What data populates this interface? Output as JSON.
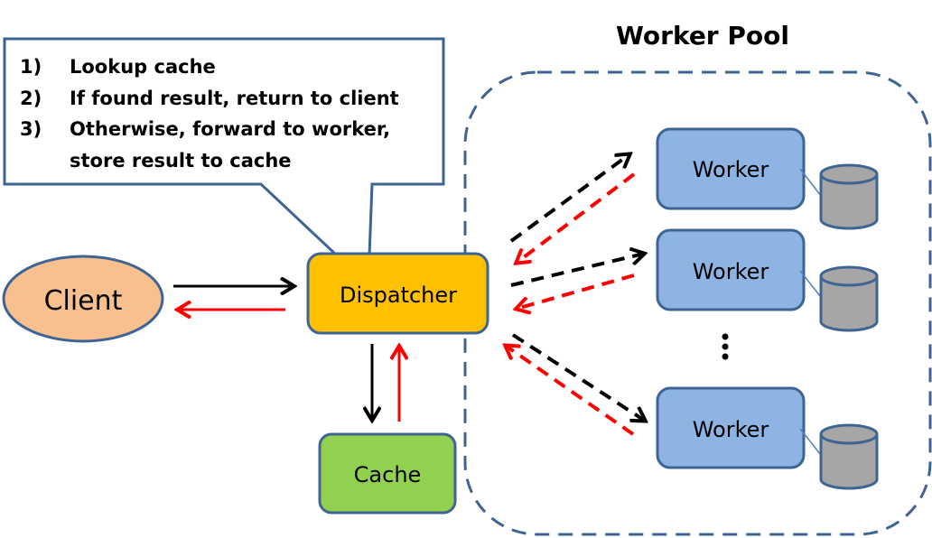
{
  "title": "Worker Pool",
  "callout": {
    "items": [
      {
        "num": "1)",
        "text": "Lookup cache"
      },
      {
        "num": "2)",
        "text": "If found result, return to client"
      },
      {
        "num": "3)",
        "text": "Otherwise, forward to worker,"
      },
      {
        "num": "",
        "text": "store result to cache"
      }
    ]
  },
  "nodes": {
    "client": "Client",
    "dispatcher": "Dispatcher",
    "cache": "Cache",
    "workers": [
      "Worker",
      "Worker",
      "Worker"
    ],
    "ellipsis": "⋮"
  },
  "colors": {
    "request_arrow": "#000000",
    "response_arrow": "#ff0000",
    "client_fill": "#f9c08f",
    "dispatcher_fill": "#ffc000",
    "cache_fill": "#92d050",
    "worker_fill": "#8eb4e3",
    "border": "#3e6494",
    "db_fill": "#a6a6a6"
  }
}
